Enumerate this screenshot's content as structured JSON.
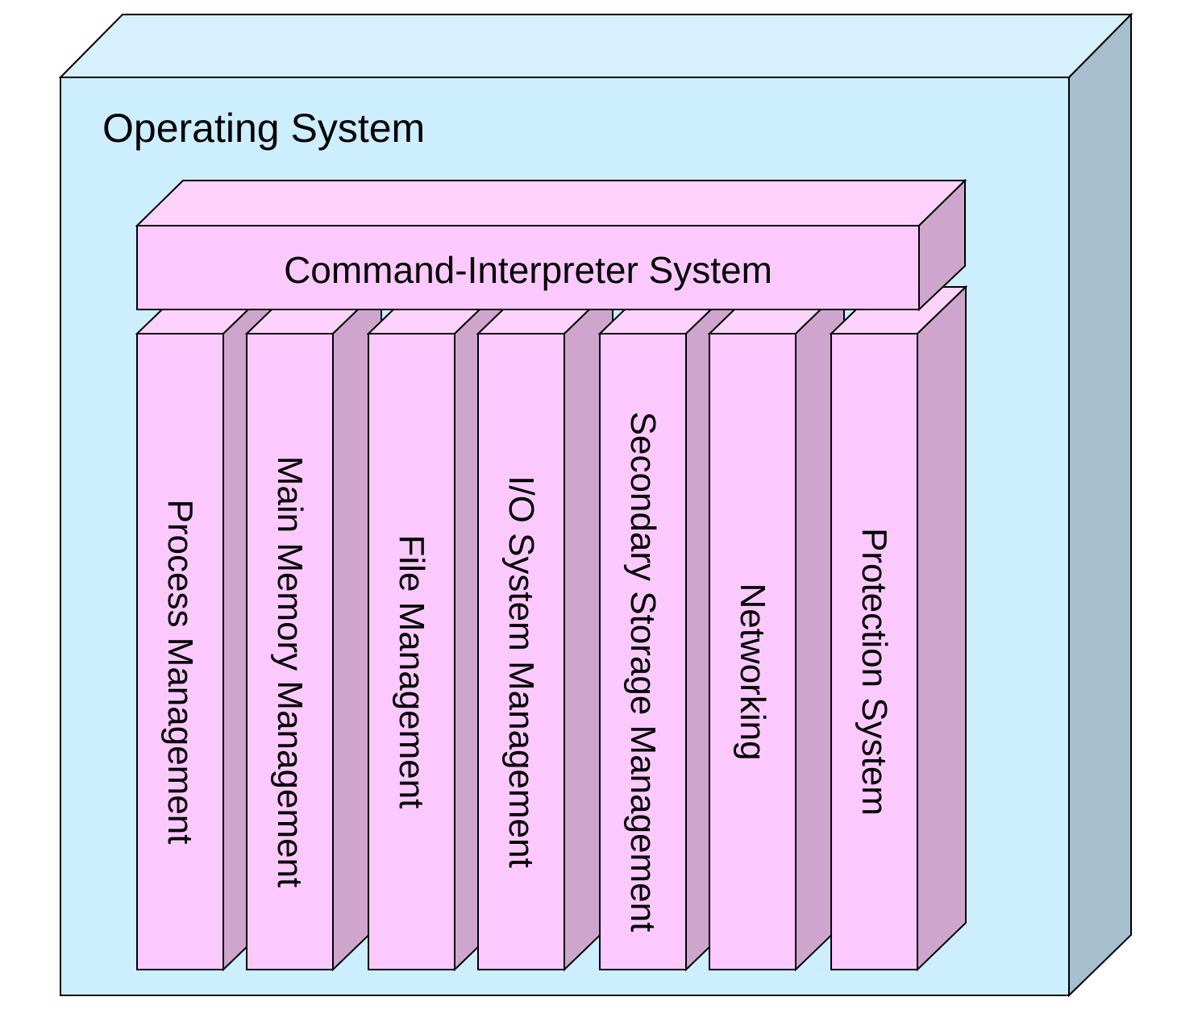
{
  "diagram": {
    "container": {
      "label": "Operating System"
    },
    "command_bar": {
      "label": "Command-Interpreter System"
    },
    "components": [
      {
        "label": "Process Management"
      },
      {
        "label": "Main Memory Management"
      },
      {
        "label": "File Management"
      },
      {
        "label": "I/O System Management"
      },
      {
        "label": "Secondary Storage Management"
      },
      {
        "label": "Networking"
      },
      {
        "label": "Protection System"
      }
    ]
  },
  "colors": {
    "container_front": "#cdeefe",
    "container_top": "#d6f0fe",
    "container_side": "#a6bfce",
    "block_front": "#fbc9fd",
    "block_top": "#fdd3fd",
    "block_side": "#cea6cd",
    "outline": "#000000"
  }
}
